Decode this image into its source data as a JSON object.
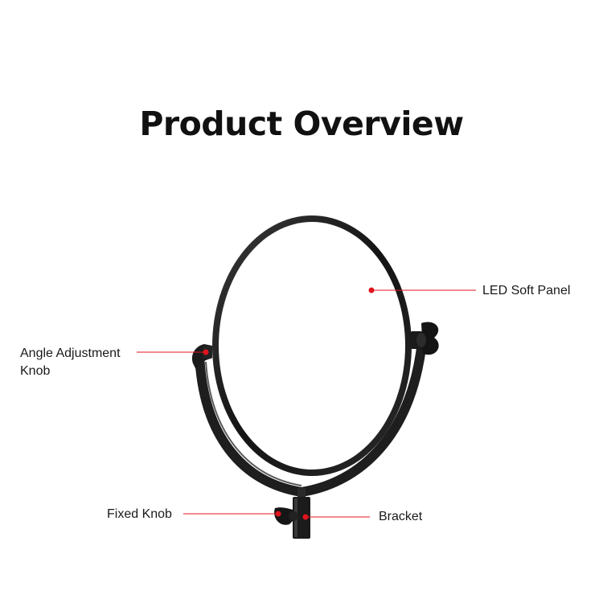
{
  "title": "Product Overview",
  "labels": {
    "led_soft_panel": "LED Soft Panel",
    "angle_line1": "Angle Adjustment",
    "angle_line2": "Knob",
    "fixed_knob": "Fixed Knob",
    "bracket": "Bracket"
  },
  "colors": {
    "frame": "#1c1c1c",
    "callout": "#e0141e",
    "text": "#1a1a1a"
  }
}
